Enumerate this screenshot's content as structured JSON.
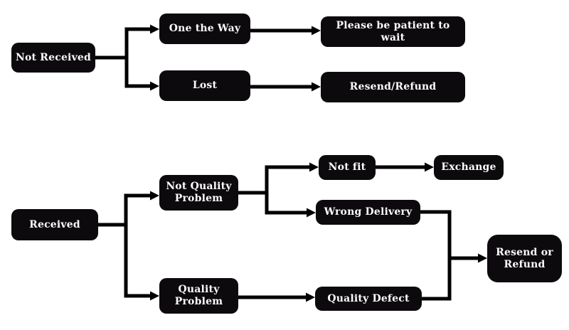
{
  "diagram": {
    "type": "flowchart",
    "background": "#ffffff",
    "colors": {
      "node_fill": "#0d0a0d",
      "node_text": "#fdfdfd",
      "connector": "#000000"
    },
    "nodes": {
      "not_received": "Not Received",
      "one_the_way": "One the Way",
      "please_wait": "Please be patient to wait",
      "lost": "Lost",
      "resend_refund": "Resend/Refund",
      "received": "Received",
      "not_quality_problem": "Not Quality Problem",
      "quality_problem": "Quality Problem",
      "not_fit": "Not fit",
      "exchange": "Exchange",
      "wrong_delivery": "Wrong Delivery",
      "quality_defect": "Quality Defect",
      "resend_or_refund": "Resend or Refund"
    },
    "edges": [
      {
        "from": "not_received",
        "to": "one_the_way"
      },
      {
        "from": "not_received",
        "to": "lost"
      },
      {
        "from": "one_the_way",
        "to": "please_wait"
      },
      {
        "from": "lost",
        "to": "resend_refund"
      },
      {
        "from": "received",
        "to": "not_quality_problem"
      },
      {
        "from": "received",
        "to": "quality_problem"
      },
      {
        "from": "not_quality_problem",
        "to": "not_fit"
      },
      {
        "from": "not_quality_problem",
        "to": "wrong_delivery"
      },
      {
        "from": "not_fit",
        "to": "exchange"
      },
      {
        "from": "quality_problem",
        "to": "quality_defect"
      },
      {
        "from": "wrong_delivery",
        "to": "resend_or_refund"
      },
      {
        "from": "quality_defect",
        "to": "resend_or_refund"
      }
    ]
  }
}
